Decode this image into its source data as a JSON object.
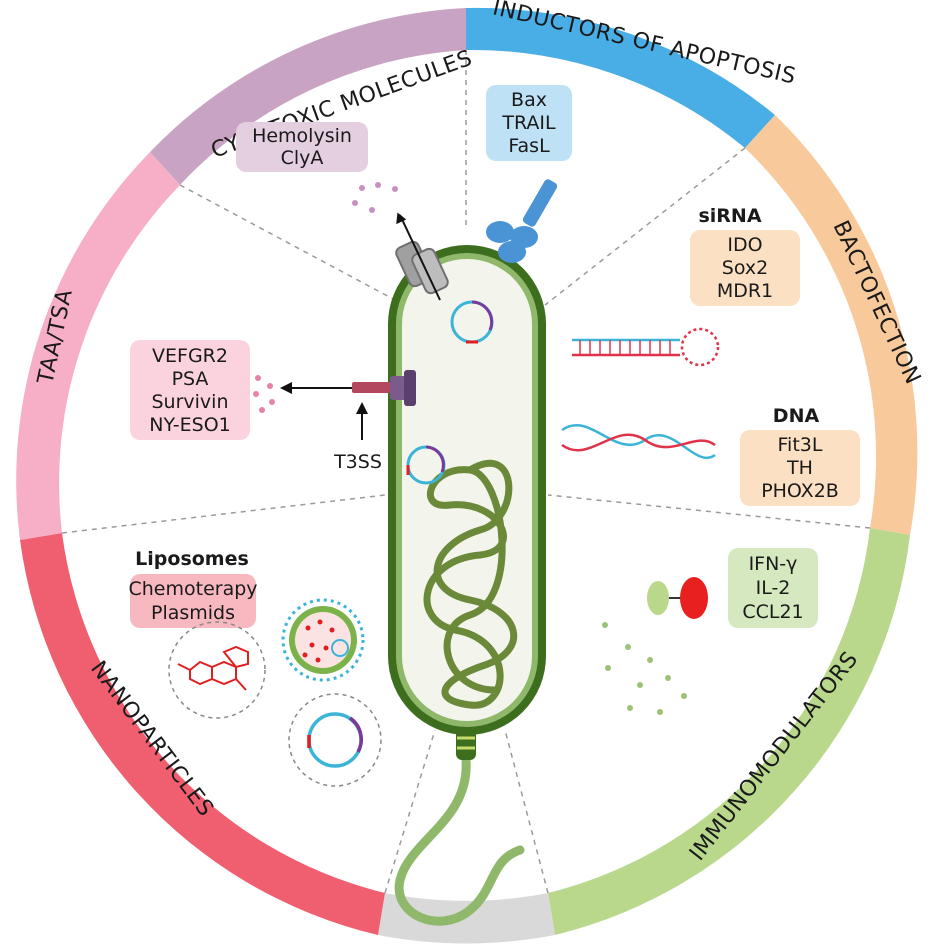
{
  "colors": {
    "cytotoxic": "#c9a3c3",
    "apoptosis": "#4aaee6",
    "bactofection": "#f8c99a",
    "immunomodulators": "#b9d88c",
    "grey_gap": "#d9d9d9",
    "nanoparticles": "#ef5f70",
    "taa_tsa": "#f7aec7",
    "bacterium_outline": "#3c6e1d",
    "dna": "#6a8a3a"
  },
  "sectors": {
    "cytotoxic": "CYTOTOXIC MOLECULES",
    "apoptosis": "INDUCTORS OF APOPTOSIS",
    "bactofection": "BACTOFECTION",
    "immunomodulators": "IMMUNOMODULATORS",
    "nanoparticles": "NANOPARTICLES",
    "taa_tsa": "TAA/TSA"
  },
  "boxes": {
    "cytotoxic": [
      "Hemolysin",
      "ClyA"
    ],
    "apoptosis": [
      "Bax",
      "TRAIL",
      "FasL"
    ],
    "sirna": [
      "IDO",
      "Sox2",
      "MDR1"
    ],
    "dna": [
      "Fit3L",
      "TH",
      "PHOX2B"
    ],
    "immuno": [
      "IFN-γ",
      "IL-2",
      "CCL21"
    ],
    "nano": [
      "Chemoterapy",
      "Plasmids"
    ],
    "taa": [
      "VEFGR2",
      "PSA",
      "Survivin",
      "NY-ESO1"
    ]
  },
  "headings": {
    "sirna": "siRNA",
    "dna": "DNA",
    "liposomes": "Liposomes",
    "t3ss": "T3SS"
  },
  "icons": [
    "protein-pore-icon",
    "receptor-icon",
    "secretion-needle-icon",
    "plasmid-icon",
    "hairpin-rna-icon",
    "dna-helix-icon",
    "cytokine-icon",
    "liposome-icon",
    "drug-molecule-icon",
    "flagellum-icon",
    "chromosome-icon"
  ]
}
